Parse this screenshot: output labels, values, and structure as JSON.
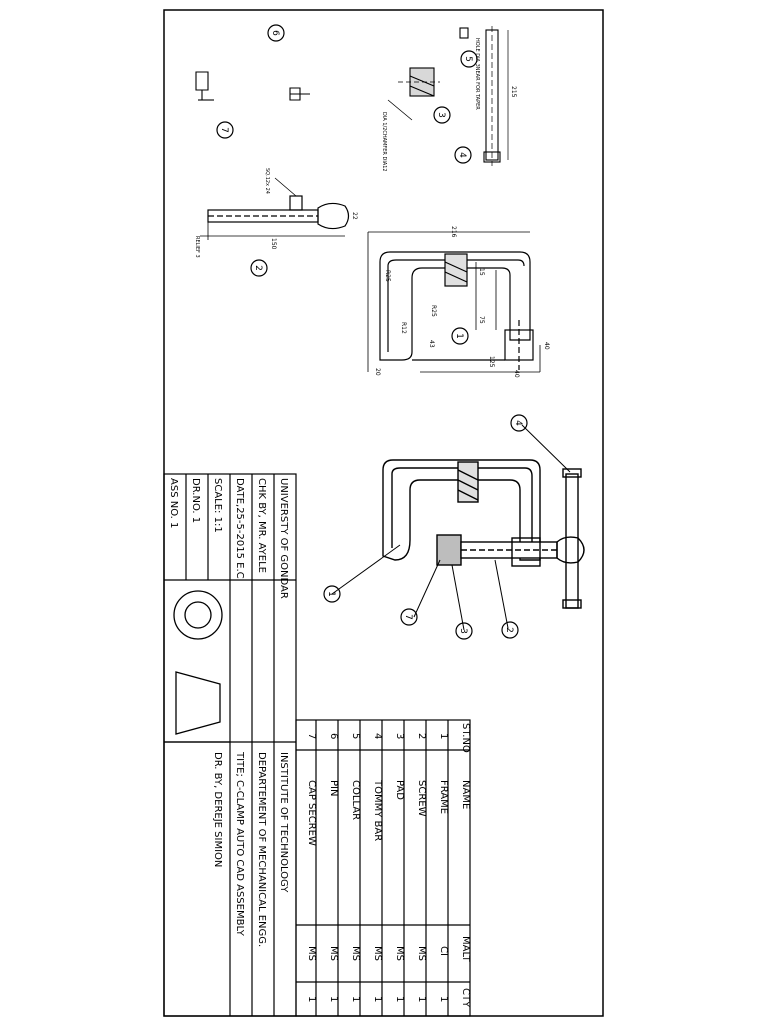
{
  "title_block": {
    "university": "UNIVERSTY OF GONDAR",
    "checked_by": "CHK BY, MR. AYELE",
    "date": "DATE,25-5-2015 E.C",
    "scale": "SCALE: 1:1",
    "drawing_no": "DR.NO. 1",
    "assembly_no": "ASS NO. 1",
    "institute": "INSTITUTE OF TECHNOLOGY",
    "department": "DEPARTEMENT OF MECHANICAL ENGG.",
    "drawing_title": "TITE; C-CLAMP AUTO CAD ASSEMBLY",
    "drawn_by": "DR. BY, DEREJE SIMION"
  },
  "parts_list": {
    "headers": {
      "no": "ST.NO",
      "name": "NAME",
      "material": "MALT",
      "qty": "CTY"
    },
    "rows": [
      {
        "no": "1",
        "name": "FRAME",
        "material": "CI",
        "qty": "1"
      },
      {
        "no": "2",
        "name": "SCREW",
        "material": "MS",
        "qty": "1"
      },
      {
        "no": "3",
        "name": "PAD",
        "material": "MS",
        "qty": "1"
      },
      {
        "no": "4",
        "name": "TOMMY BAR",
        "material": "MS",
        "qty": "1"
      },
      {
        "no": "5",
        "name": "COLLAR",
        "material": "MS",
        "qty": "1"
      },
      {
        "no": "6",
        "name": "PIN",
        "material": "MS",
        "qty": "1"
      },
      {
        "no": "7",
        "name": "CAP SECREW",
        "material": "MS",
        "qty": "1"
      }
    ]
  },
  "balloons": {
    "frame": "1",
    "screw": "2",
    "pad": "3",
    "tommy_bar": "4",
    "collar": "5",
    "pin": "6",
    "cap_screw": "7"
  },
  "dimensions": {
    "frame_width": "216",
    "frame_r1": "R25",
    "frame_r2": "R25",
    "frame_r3": "R12",
    "frame_d1": "15",
    "frame_d2": "75",
    "frame_d3": "125",
    "frame_d4": "40",
    "frame_d5": "20",
    "frame_d6": "43",
    "frame_d7": "40",
    "screw_len": "150",
    "screw_note": "SQ.12x 24",
    "screw_relief": "RELIEF 3",
    "screw_d1": "22",
    "tommy_len": "215",
    "tommy_note": "HOLE DIA 3NEAR FOR TAPER",
    "pad_note": "DIA 1/2CHAMFER DIA12"
  }
}
